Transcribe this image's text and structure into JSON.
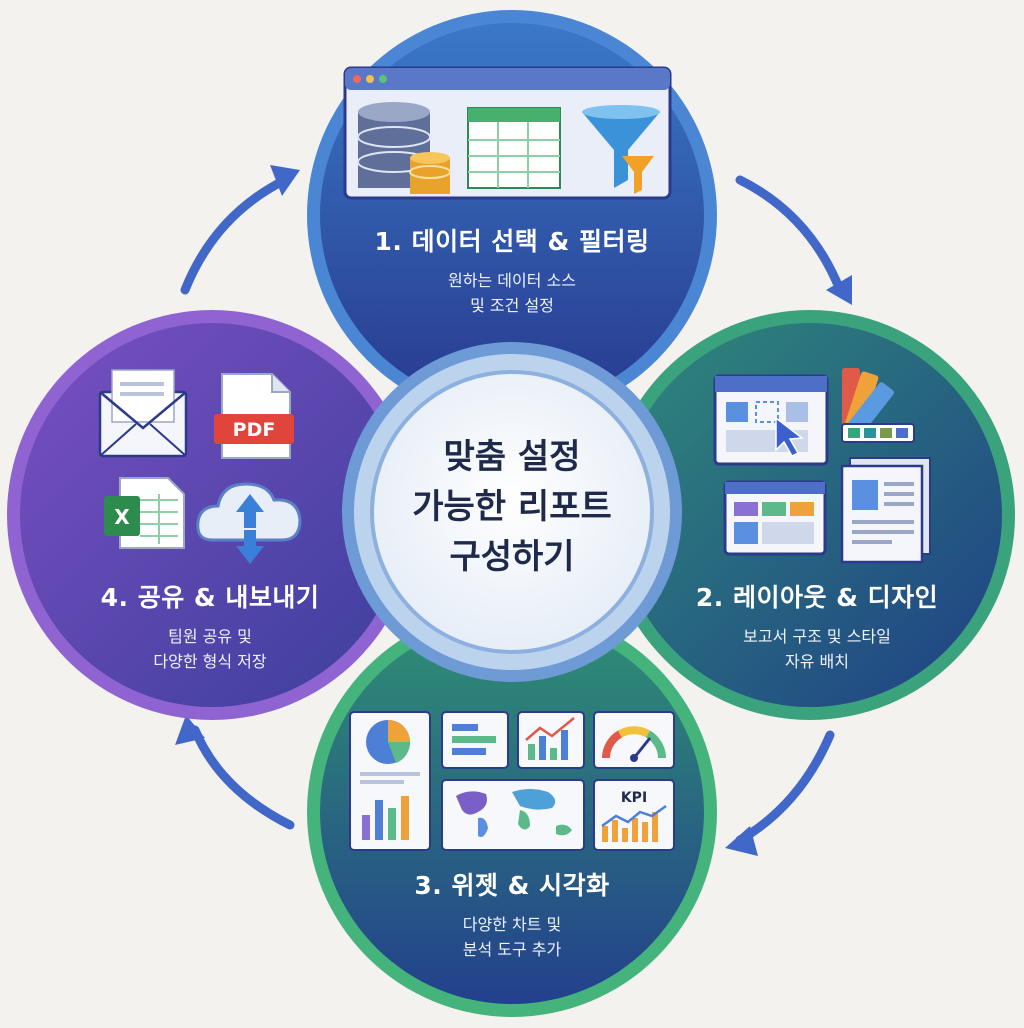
{
  "center": {
    "line1": "맞춤 설정",
    "line2": "가능한 리포트",
    "line3": "구성하기"
  },
  "steps": [
    {
      "title": "1. 데이터 선택 & 필터링",
      "desc1": "원하는 데이터 소스",
      "desc2": "및 조건 설정",
      "icons": [
        "database-icon",
        "spreadsheet-table-icon",
        "funnel-filter-icon"
      ]
    },
    {
      "title": "2. 레이아웃 & 디자인",
      "desc1": "보고서 구조 및 스타일",
      "desc2": "자유 배치",
      "icons": [
        "layout-grid-icon",
        "color-palette-icon",
        "page-template-icon"
      ]
    },
    {
      "title": "3. 위젯 & 시각화",
      "desc1": "다양한 차트 및",
      "desc2": "분석 도구 추가",
      "icons": [
        "pie-chart-widget-icon",
        "bar-list-widget-icon",
        "line-chart-widget-icon",
        "gauge-widget-icon",
        "bar-chart-widget-icon",
        "world-map-widget-icon",
        "kpi-widget-icon"
      ],
      "kpi_label": "KPI"
    },
    {
      "title": "4. 공유 & 내보내기",
      "desc1": "팀원 공유 및",
      "desc2": "다양한 형식 저장",
      "icons": [
        "email-envelope-icon",
        "pdf-file-icon",
        "excel-file-icon",
        "cloud-sync-icon"
      ],
      "pdf_label": "PDF",
      "excel_label": "X"
    }
  ],
  "colors": {
    "step1": "#2c3f9c",
    "step2": "#1d5a86",
    "step3": "#23508f",
    "step4": "#5b3ea8",
    "arrow": "#3f64c8",
    "center_text": "#1f2a4a"
  }
}
